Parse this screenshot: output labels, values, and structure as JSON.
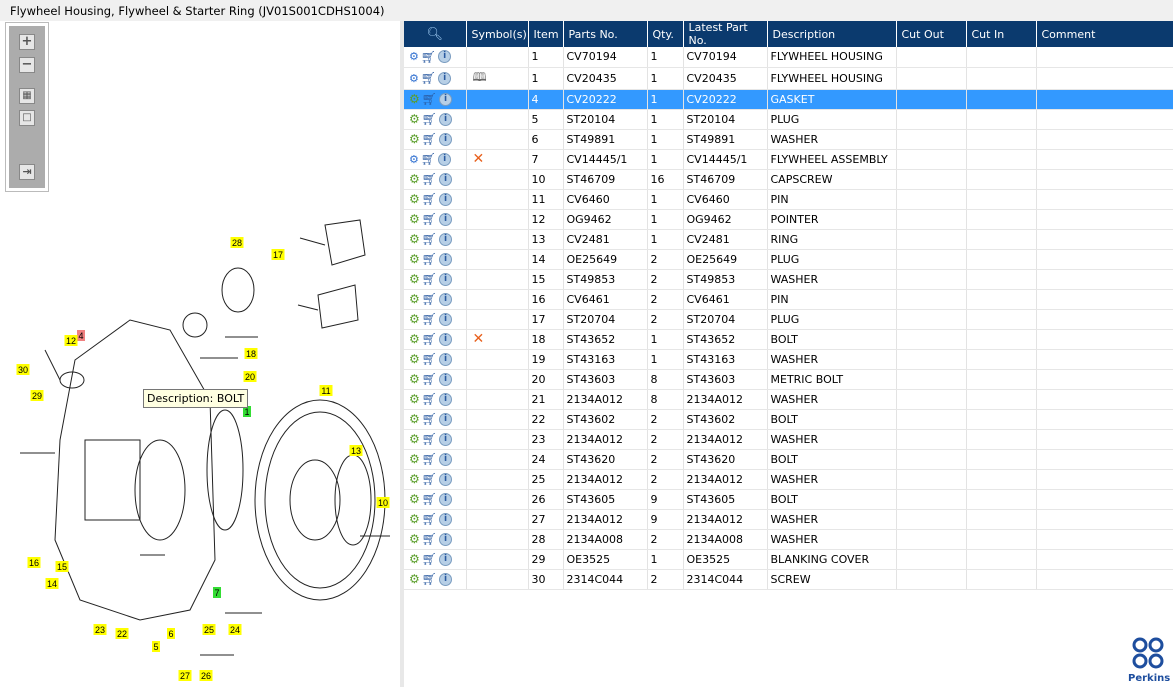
{
  "title": "Flywheel Housing, Flywheel & Starter Ring (JV01S001CDHS1004)",
  "tools": {
    "zoom_in": "+",
    "zoom_out": "−",
    "fit": "▦",
    "reset": "□",
    "export": "⇥"
  },
  "tooltip": "Description: BOLT",
  "callouts": [
    {
      "label": "28",
      "color": "#ffff00"
    },
    {
      "label": "17",
      "color": "#ffff00"
    },
    {
      "label": "4",
      "color": "#f08080"
    },
    {
      "label": "12",
      "color": "#ffff00"
    },
    {
      "label": "18",
      "color": "#ffff00"
    },
    {
      "label": "30",
      "color": "#ffff00"
    },
    {
      "label": "20",
      "color": "#ffff00"
    },
    {
      "label": "29",
      "color": "#ffff00"
    },
    {
      "label": "11",
      "color": "#ffff00"
    },
    {
      "label": "1",
      "color": "#33dd33"
    },
    {
      "label": "13",
      "color": "#ffff00"
    },
    {
      "label": "10",
      "color": "#ffff00"
    },
    {
      "label": "16",
      "color": "#ffff00"
    },
    {
      "label": "15",
      "color": "#ffff00"
    },
    {
      "label": "14",
      "color": "#ffff00"
    },
    {
      "label": "7",
      "color": "#33dd33"
    },
    {
      "label": "23",
      "color": "#ffff00"
    },
    {
      "label": "22",
      "color": "#ffff00"
    },
    {
      "label": "6",
      "color": "#ffff00"
    },
    {
      "label": "25",
      "color": "#ffff00"
    },
    {
      "label": "24",
      "color": "#ffff00"
    },
    {
      "label": "5",
      "color": "#ffff00"
    },
    {
      "label": "27",
      "color": "#ffff00"
    },
    {
      "label": "26",
      "color": "#ffff00"
    }
  ],
  "table": {
    "columns": [
      "",
      "Symbol(s)",
      "Item",
      "Parts No.",
      "Qty.",
      "Latest Part No.",
      "Description",
      "Cut Out",
      "Cut In",
      "Comment"
    ],
    "rows": [
      {
        "gear": "multi",
        "symbol": "",
        "item": "1",
        "part": "CV70194",
        "qty": "1",
        "latest": "CV70194",
        "desc": "FLYWHEEL HOUSING"
      },
      {
        "gear": "multi",
        "symbol": "book",
        "item": "1",
        "part": "CV20435",
        "qty": "1",
        "latest": "CV20435",
        "desc": "FLYWHEEL HOUSING"
      },
      {
        "gear": "single",
        "symbol": "",
        "item": "4",
        "part": "CV20222",
        "qty": "1",
        "latest": "CV20222",
        "desc": "GASKET",
        "selected": true
      },
      {
        "gear": "single",
        "symbol": "",
        "item": "5",
        "part": "ST20104",
        "qty": "1",
        "latest": "ST20104",
        "desc": "PLUG"
      },
      {
        "gear": "single",
        "symbol": "",
        "item": "6",
        "part": "ST49891",
        "qty": "1",
        "latest": "ST49891",
        "desc": "WASHER"
      },
      {
        "gear": "multi",
        "symbol": "x",
        "item": "7",
        "part": "CV14445/1",
        "qty": "1",
        "latest": "CV14445/1",
        "desc": "FLYWHEEL ASSEMBLY"
      },
      {
        "gear": "single",
        "symbol": "",
        "item": "10",
        "part": "ST46709",
        "qty": "16",
        "latest": "ST46709",
        "desc": "CAPSCREW"
      },
      {
        "gear": "single",
        "symbol": "",
        "item": "11",
        "part": "CV6460",
        "qty": "1",
        "latest": "CV6460",
        "desc": "PIN"
      },
      {
        "gear": "single",
        "symbol": "",
        "item": "12",
        "part": "OG9462",
        "qty": "1",
        "latest": "OG9462",
        "desc": "POINTER"
      },
      {
        "gear": "single",
        "symbol": "",
        "item": "13",
        "part": "CV2481",
        "qty": "1",
        "latest": "CV2481",
        "desc": "RING"
      },
      {
        "gear": "single",
        "symbol": "",
        "item": "14",
        "part": "OE25649",
        "qty": "2",
        "latest": "OE25649",
        "desc": "PLUG"
      },
      {
        "gear": "single",
        "symbol": "",
        "item": "15",
        "part": "ST49853",
        "qty": "2",
        "latest": "ST49853",
        "desc": "WASHER"
      },
      {
        "gear": "single",
        "symbol": "",
        "item": "16",
        "part": "CV6461",
        "qty": "2",
        "latest": "CV6461",
        "desc": "PIN"
      },
      {
        "gear": "single",
        "symbol": "",
        "item": "17",
        "part": "ST20704",
        "qty": "2",
        "latest": "ST20704",
        "desc": "PLUG"
      },
      {
        "gear": "single",
        "symbol": "x",
        "item": "18",
        "part": "ST43652",
        "qty": "1",
        "latest": "ST43652",
        "desc": "BOLT"
      },
      {
        "gear": "single",
        "symbol": "",
        "item": "19",
        "part": "ST43163",
        "qty": "1",
        "latest": "ST43163",
        "desc": "WASHER"
      },
      {
        "gear": "single",
        "symbol": "",
        "item": "20",
        "part": "ST43603",
        "qty": "8",
        "latest": "ST43603",
        "desc": "METRIC BOLT"
      },
      {
        "gear": "single",
        "symbol": "",
        "item": "21",
        "part": "2134A012",
        "qty": "8",
        "latest": "2134A012",
        "desc": "WASHER"
      },
      {
        "gear": "single",
        "symbol": "",
        "item": "22",
        "part": "ST43602",
        "qty": "2",
        "latest": "ST43602",
        "desc": "BOLT"
      },
      {
        "gear": "single",
        "symbol": "",
        "item": "23",
        "part": "2134A012",
        "qty": "2",
        "latest": "2134A012",
        "desc": "WASHER"
      },
      {
        "gear": "single",
        "symbol": "",
        "item": "24",
        "part": "ST43620",
        "qty": "2",
        "latest": "ST43620",
        "desc": "BOLT"
      },
      {
        "gear": "single",
        "symbol": "",
        "item": "25",
        "part": "2134A012",
        "qty": "2",
        "latest": "2134A012",
        "desc": "WASHER"
      },
      {
        "gear": "single",
        "symbol": "",
        "item": "26",
        "part": "ST43605",
        "qty": "9",
        "latest": "ST43605",
        "desc": "BOLT"
      },
      {
        "gear": "single",
        "symbol": "",
        "item": "27",
        "part": "2134A012",
        "qty": "9",
        "latest": "2134A012",
        "desc": "WASHER"
      },
      {
        "gear": "single",
        "symbol": "",
        "item": "28",
        "part": "2134A008",
        "qty": "2",
        "latest": "2134A008",
        "desc": "WASHER"
      },
      {
        "gear": "single",
        "symbol": "",
        "item": "29",
        "part": "OE3525",
        "qty": "1",
        "latest": "OE3525",
        "desc": "BLANKING COVER"
      },
      {
        "gear": "single",
        "symbol": "",
        "item": "30",
        "part": "2314C044",
        "qty": "2",
        "latest": "2314C044",
        "desc": "SCREW"
      }
    ]
  },
  "logo": "Perkins"
}
